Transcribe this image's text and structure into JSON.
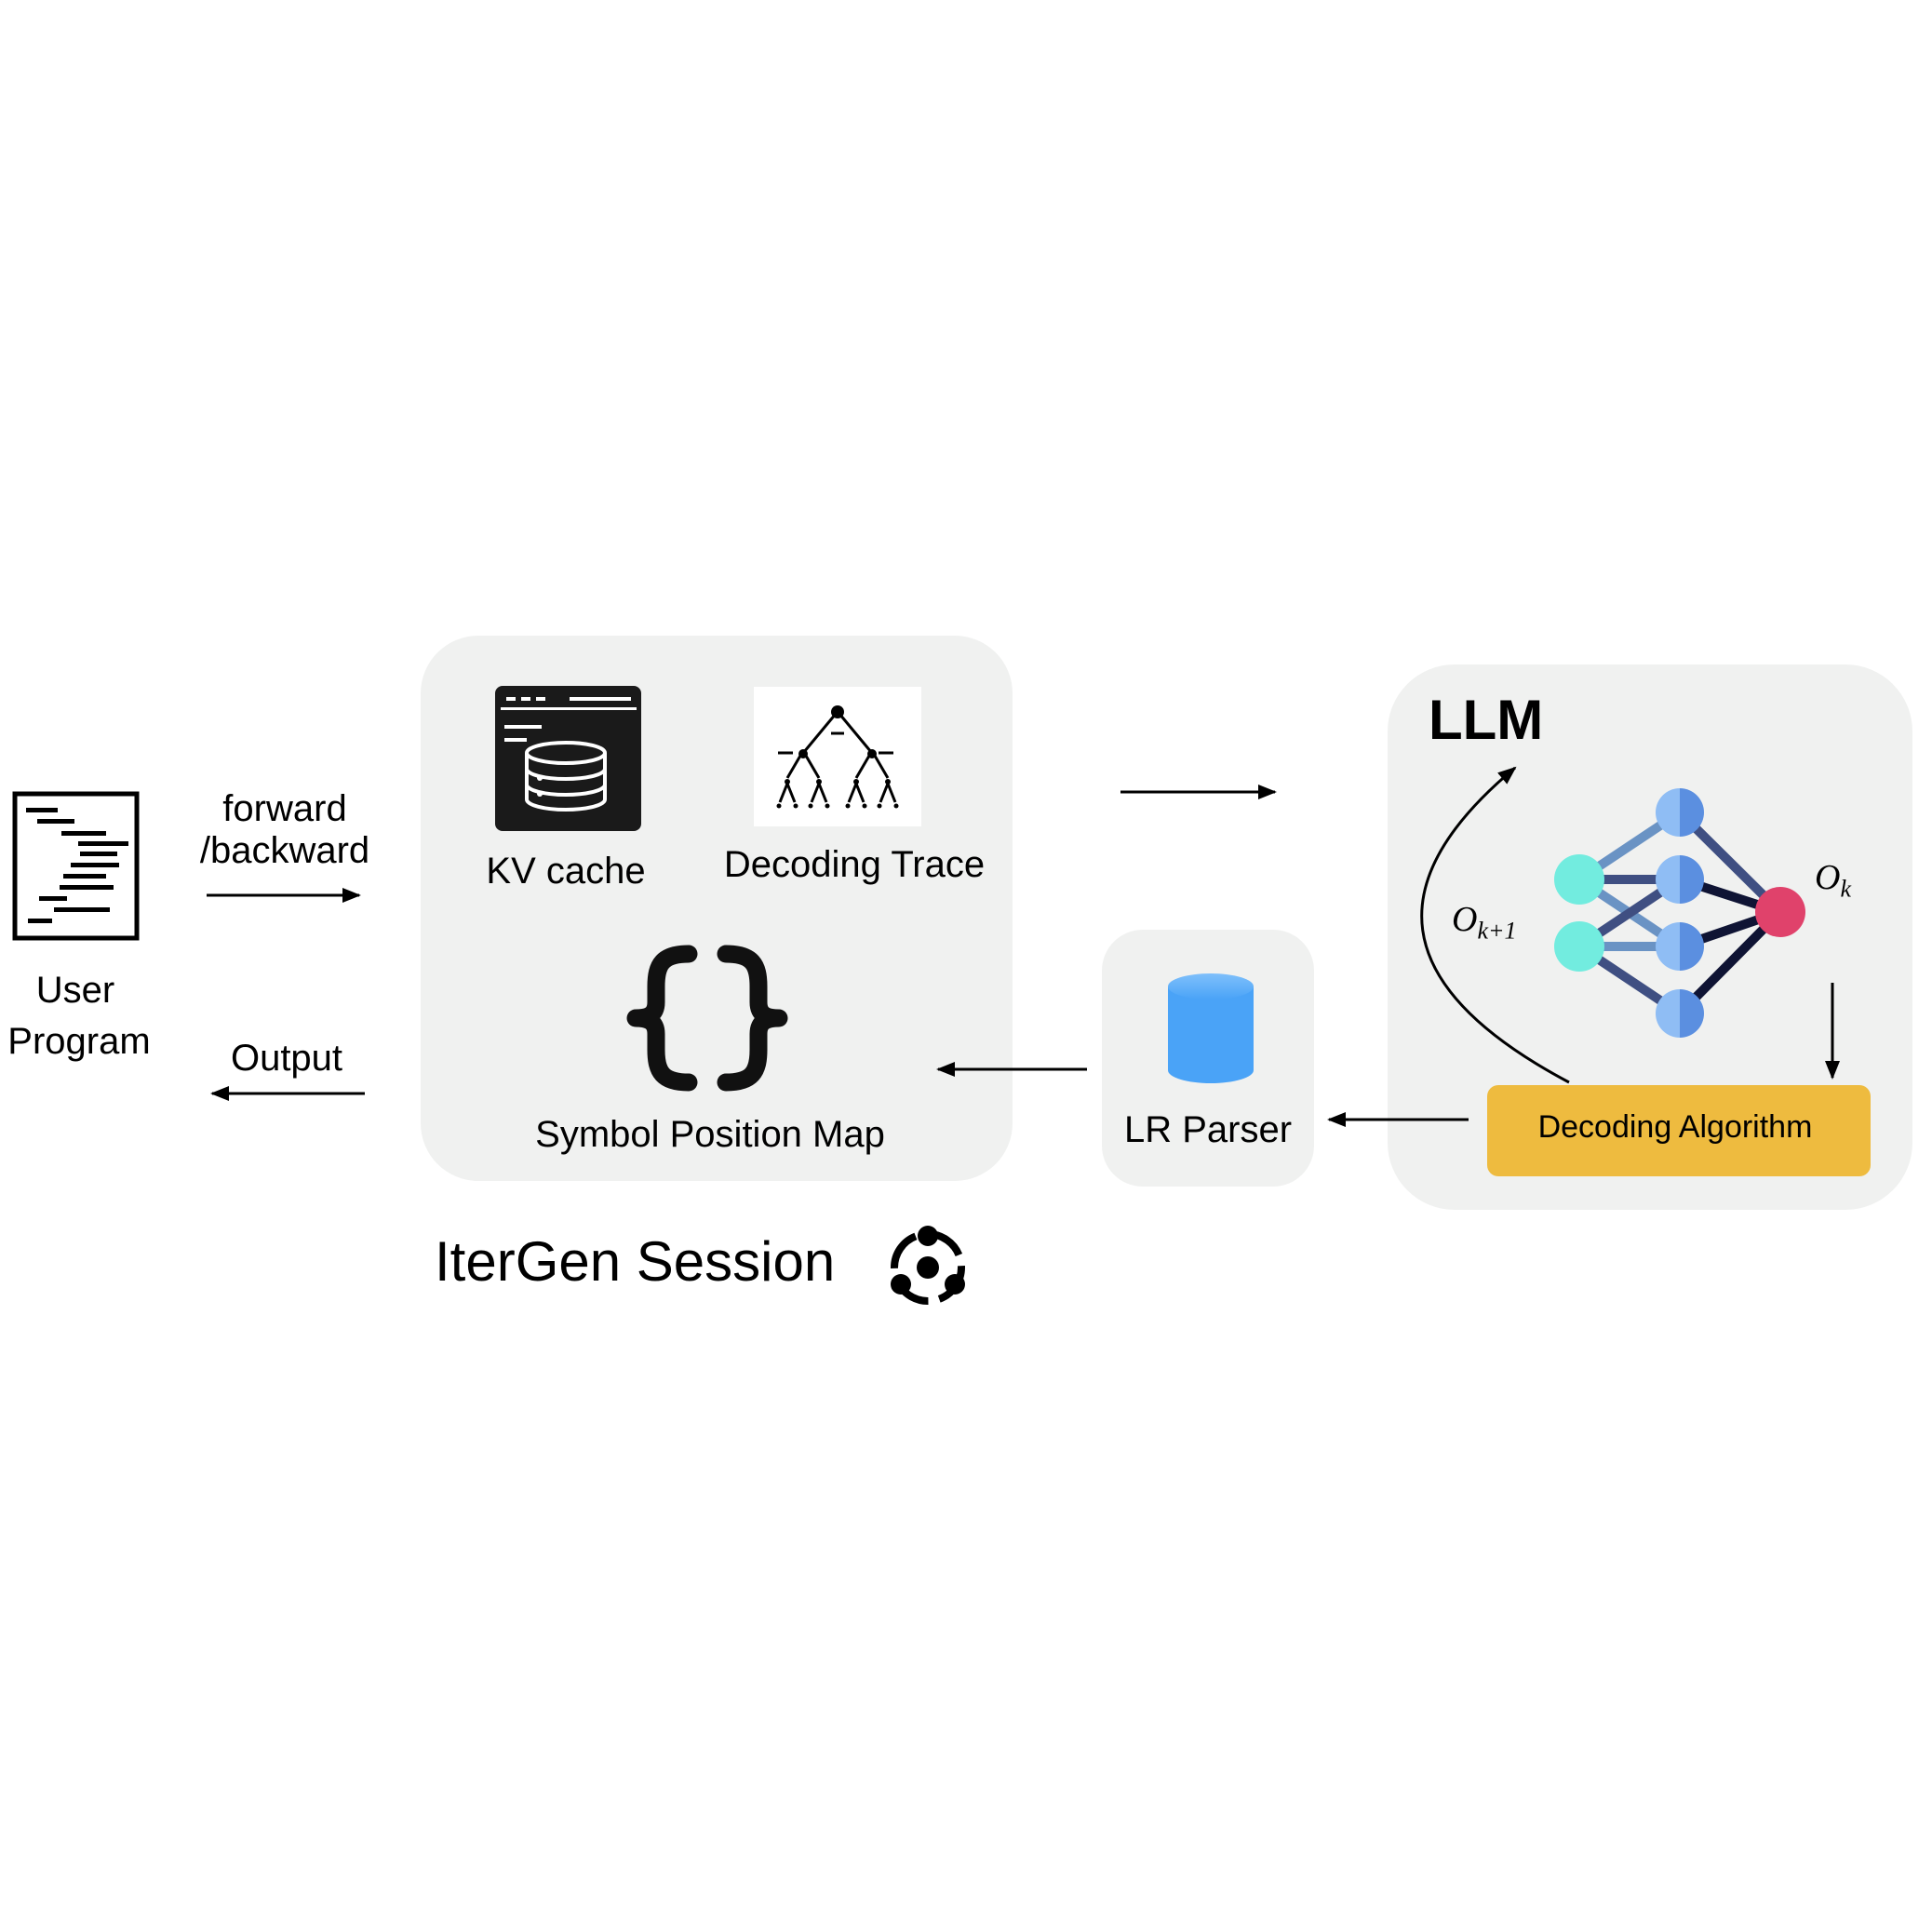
{
  "user_program": {
    "label_line1": "User",
    "label_line2": "Program"
  },
  "arrows": {
    "forward_line1": "forward",
    "forward_line2": "/backward",
    "output": "Output"
  },
  "session": {
    "kv_cache": "KV cache",
    "decoding_trace": "Decoding Trace",
    "symbol_position_map": "Symbol Position Map",
    "title": "IterGen Session"
  },
  "parser": {
    "label": "LR Parser"
  },
  "llm": {
    "title": "LLM",
    "decoding_algorithm": "Decoding Algorithm",
    "o_base": "O",
    "o_k_sub": "k",
    "o_k1_sub": "k+1"
  },
  "colors": {
    "panel": "#f0f1f0",
    "node_input": "#72ecdf",
    "node_hidden": "#5b8fe0",
    "node_output": "#e0426b",
    "decoding_algorithm": "#eebb3f",
    "cylinder": "#4aa3f7"
  },
  "icons": [
    "code-document-icon",
    "kv-cache-icon",
    "decoding-trace-tree-icon",
    "curly-braces-icon",
    "session-cycle-icon",
    "database-cylinder-icon",
    "neural-network-icon"
  ]
}
